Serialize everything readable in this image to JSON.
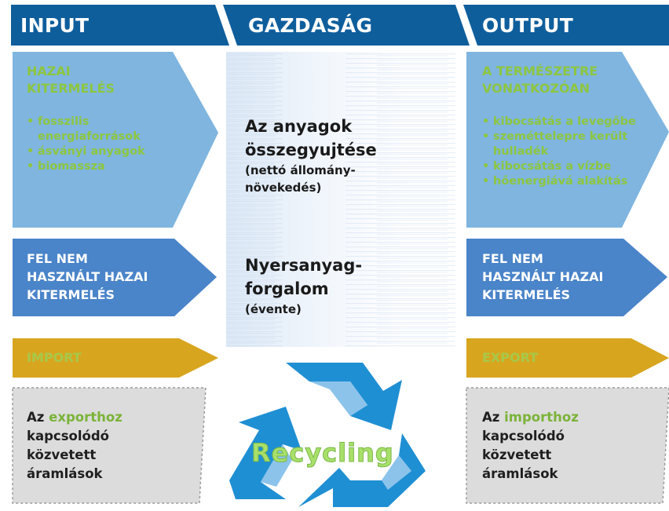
{
  "colors": {
    "header_blue": "#0f5e9c",
    "light_blue": "#7fb5df",
    "mid_blue": "#4a84c9",
    "gold": "#d8a51f",
    "grey": "#dcdcdc",
    "green_text": "#8dc63f",
    "recycling_blue": "#1f8fd3",
    "recycling_light": "#8cc3ea"
  },
  "headers": {
    "input": "INPUT",
    "economy": "GAZDASÁG",
    "output": "OUTPUT"
  },
  "left": {
    "domestic_title_1": "HAZAI",
    "domestic_title_2": "KITERMELÉS",
    "domestic_items": [
      "fosszilis",
      "energiaforrások",
      "ásványi anyagok",
      "biomassza"
    ],
    "unused_1": "FEL NEM",
    "unused_2": "HASZNÁLT HAZAI",
    "unused_3": "KITERMELÉS",
    "import": "IMPORT",
    "indirect_1a": "Az ",
    "indirect_1b": "exporthoz",
    "indirect_2": "kapcsolódó",
    "indirect_3": "közvetett",
    "indirect_4": "áramlások"
  },
  "middle": {
    "accum_1": "Az anyagok",
    "accum_2": "összegyujtése",
    "accum_3": "(nettó állomány-",
    "accum_4": "növekedés)",
    "flow_1": "Nyersanyag-",
    "flow_2": "forgalom",
    "flow_3": "(évente)",
    "recycling": "Recycling"
  },
  "right": {
    "nature_title_1": "A TERMÉSZETRE",
    "nature_title_2": "VONATKOZÓAN",
    "nature_items": [
      "kibocsátás a levegőbe",
      "szeméttelepre került",
      "hulladék",
      "kibocsátás a vízbe",
      "hőenergiává alakítás"
    ],
    "unused_1": "FEL NEM",
    "unused_2": "HASZNÁLT HAZAI",
    "unused_3": "KITERMELÉS",
    "export": "EXPORT",
    "indirect_1a": "Az ",
    "indirect_1b": "importhoz",
    "indirect_2": "kapcsolódó",
    "indirect_3": "közvetett",
    "indirect_4": "áramlások"
  }
}
